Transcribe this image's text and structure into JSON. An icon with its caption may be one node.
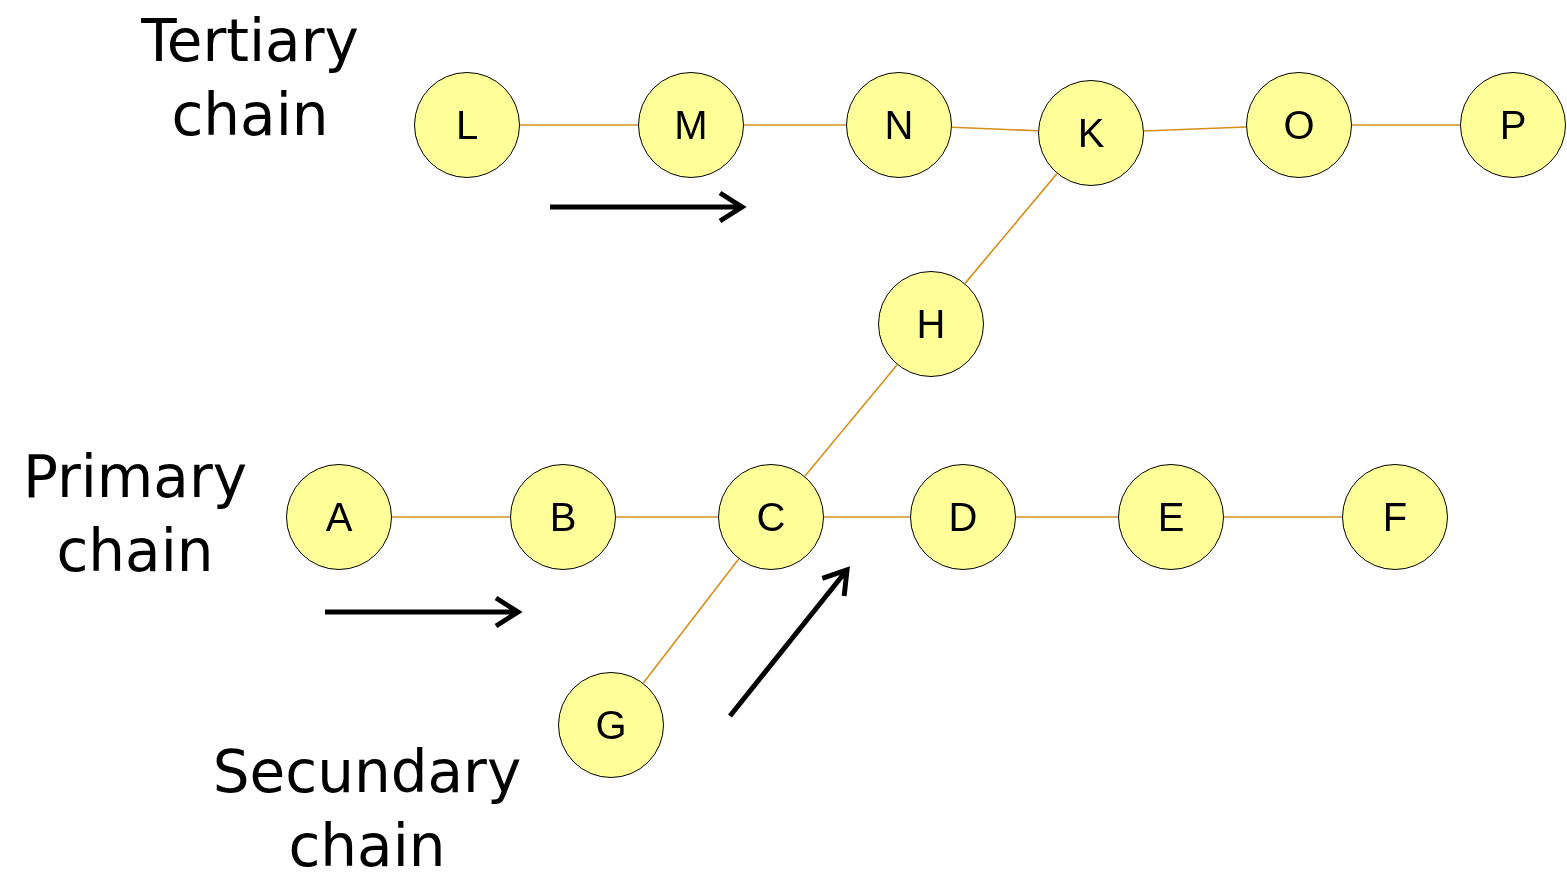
{
  "diagram": {
    "nodes": [
      {
        "text": [
          "L"
        ]
      },
      {
        "text": [
          "M"
        ]
      },
      {
        "text": [
          "N"
        ]
      },
      {
        "text": [
          "K"
        ]
      },
      {
        "text": [
          "O"
        ]
      },
      {
        "text": [
          "P"
        ]
      },
      {
        "text": [
          "H"
        ]
      },
      {
        "text": [
          "A"
        ]
      },
      {
        "text": [
          "B"
        ]
      },
      {
        "text": [
          "C"
        ]
      },
      {
        "text": [
          "D"
        ]
      },
      {
        "text": [
          "E"
        ]
      },
      {
        "text": [
          "F"
        ]
      },
      {
        "text": [
          "G"
        ]
      }
    ],
    "edges": [
      {
        "from": 0,
        "to": 1,
        "arrow": "none"
      },
      {
        "from": 1,
        "to": 2,
        "arrow": "none"
      },
      {
        "from": 2,
        "to": 3,
        "arrow": "none"
      },
      {
        "from": 3,
        "to": 4,
        "arrow": "none"
      },
      {
        "from": 4,
        "to": 5,
        "arrow": "none"
      },
      {
        "from": 6,
        "to": 3,
        "arrow": "none"
      },
      {
        "from": 9,
        "to": 6,
        "arrow": "none"
      },
      {
        "from": 7,
        "to": 8,
        "arrow": "none"
      },
      {
        "from": 8,
        "to": 9,
        "arrow": "none"
      },
      {
        "from": 9,
        "to": 10,
        "arrow": "none"
      },
      {
        "from": 10,
        "to": 11,
        "arrow": "none"
      },
      {
        "from": 11,
        "to": 12,
        "arrow": "none"
      },
      {
        "from": 13,
        "to": 9,
        "arrow": "none"
      }
    ],
    "labels": [
      "Tertiary chain",
      "Primary chain",
      "Secundary chain"
    ]
  }
}
